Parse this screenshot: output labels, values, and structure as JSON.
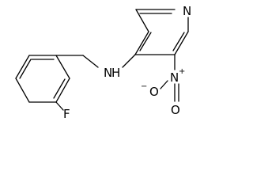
{
  "molecule": {
    "atoms": {
      "fluorine": "F",
      "amine_nitrogen": "N",
      "amine_hydrogen": "H",
      "pyridine_nitrogen": "N",
      "nitro_nitrogen": "N",
      "nitro_plus": "+",
      "nitro_oxygen_single": "O",
      "nitro_minus": "−",
      "nitro_oxygen_double": "O"
    }
  }
}
